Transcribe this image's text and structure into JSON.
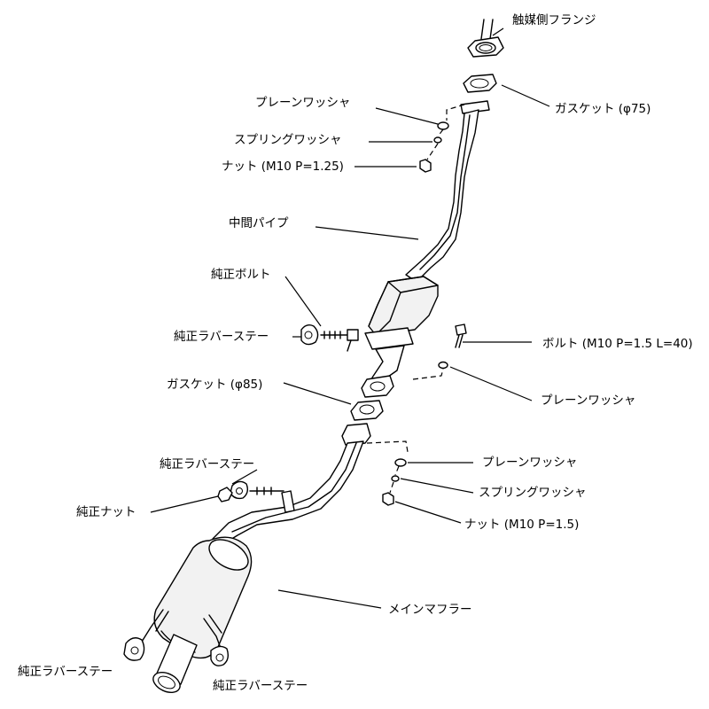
{
  "labels": {
    "cat_flange": "触媒側フランジ",
    "gasket_75": "ガスケット (φ75)",
    "plain_washer_top": "プレーンワッシャ",
    "spring_washer_top": "スプリングワッシャ",
    "nut_m10_125": "ナット (M10 P=1.25)",
    "mid_pipe": "中間パイプ",
    "oem_bolt": "純正ボルト",
    "oem_rubber_stay_1": "純正ラバーステー",
    "bolt_m10": "ボルト (M10 P=1.5 L=40)",
    "gasket_85": "ガスケット (φ85)",
    "plain_washer_mid": "プレーンワッシャ",
    "oem_rubber_stay_2": "純正ラバーステー",
    "plain_washer_low": "プレーンワッシャ",
    "spring_washer_low": "スプリングワッシャ",
    "oem_nut": "純正ナット",
    "nut_m10_15": "ナット (M10 P=1.5)",
    "main_muffler": "メインマフラー",
    "oem_rubber_stay_left": "純正ラバーステー",
    "oem_rubber_stay_right": "純正ラバーステー"
  }
}
